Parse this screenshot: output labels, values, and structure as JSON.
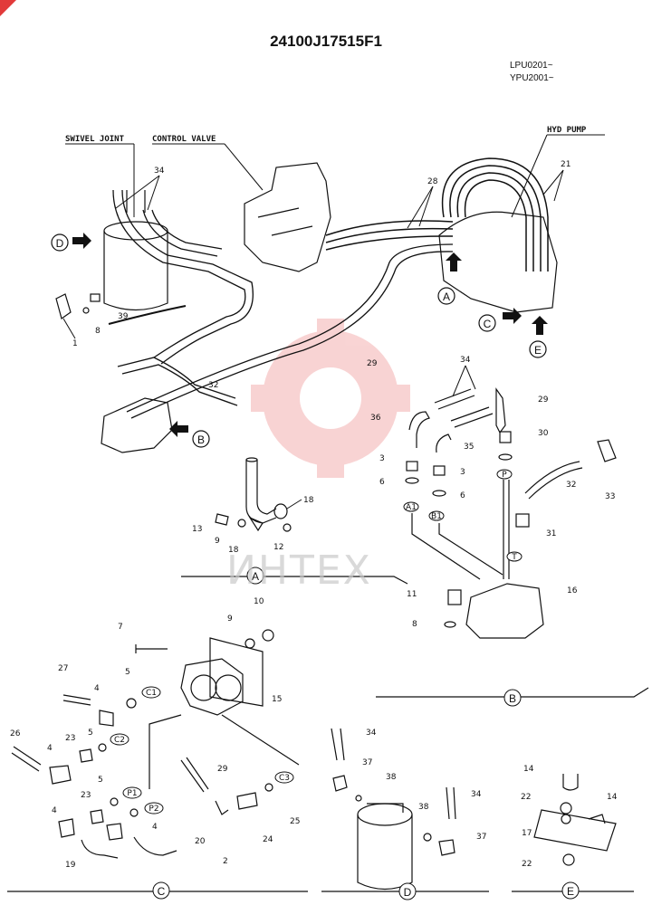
{
  "header": {
    "part_number": "24100J17515F1",
    "serial_1": "LPU0201~",
    "serial_2": "YPU2001~"
  },
  "watermark": "ИНТЕХ",
  "callouts": {
    "swivel_joint": "SWIVEL JOINT",
    "control_valve": "CONTROL VALVE",
    "hyd_pump": "HYD PUMP"
  },
  "views": {
    "a": "A",
    "b": "B",
    "c": "C",
    "d": "D",
    "e": "E"
  },
  "ports": {
    "a1": "A1",
    "b1": "B1",
    "p": "P",
    "t": "T",
    "c1": "C1",
    "c2": "C2",
    "c3": "C3",
    "p1": "P1",
    "p2": "P2"
  },
  "parts": {
    "p1": "1",
    "p2": "2",
    "p3": "3",
    "p4": "4",
    "p5": "5",
    "p6": "6",
    "p7": "7",
    "p8": "8",
    "p9": "9",
    "p10": "10",
    "p11": "11",
    "p12": "12",
    "p13": "13",
    "p14": "14",
    "p15": "15",
    "p16": "16",
    "p17": "17",
    "p18": "18",
    "p19": "19",
    "p20": "20",
    "p21": "21",
    "p22": "22",
    "p23": "23",
    "p24": "24",
    "p25": "25",
    "p26": "26",
    "p27": "27",
    "p28": "28",
    "p29": "29",
    "p30": "30",
    "p31": "31",
    "p32": "32",
    "p33": "33",
    "p34": "34",
    "p35": "35",
    "p36": "36",
    "p37": "37",
    "p38": "38",
    "p39": "39"
  },
  "colors": {
    "ink": "#111111",
    "watermark_red": "#e23a3a"
  }
}
